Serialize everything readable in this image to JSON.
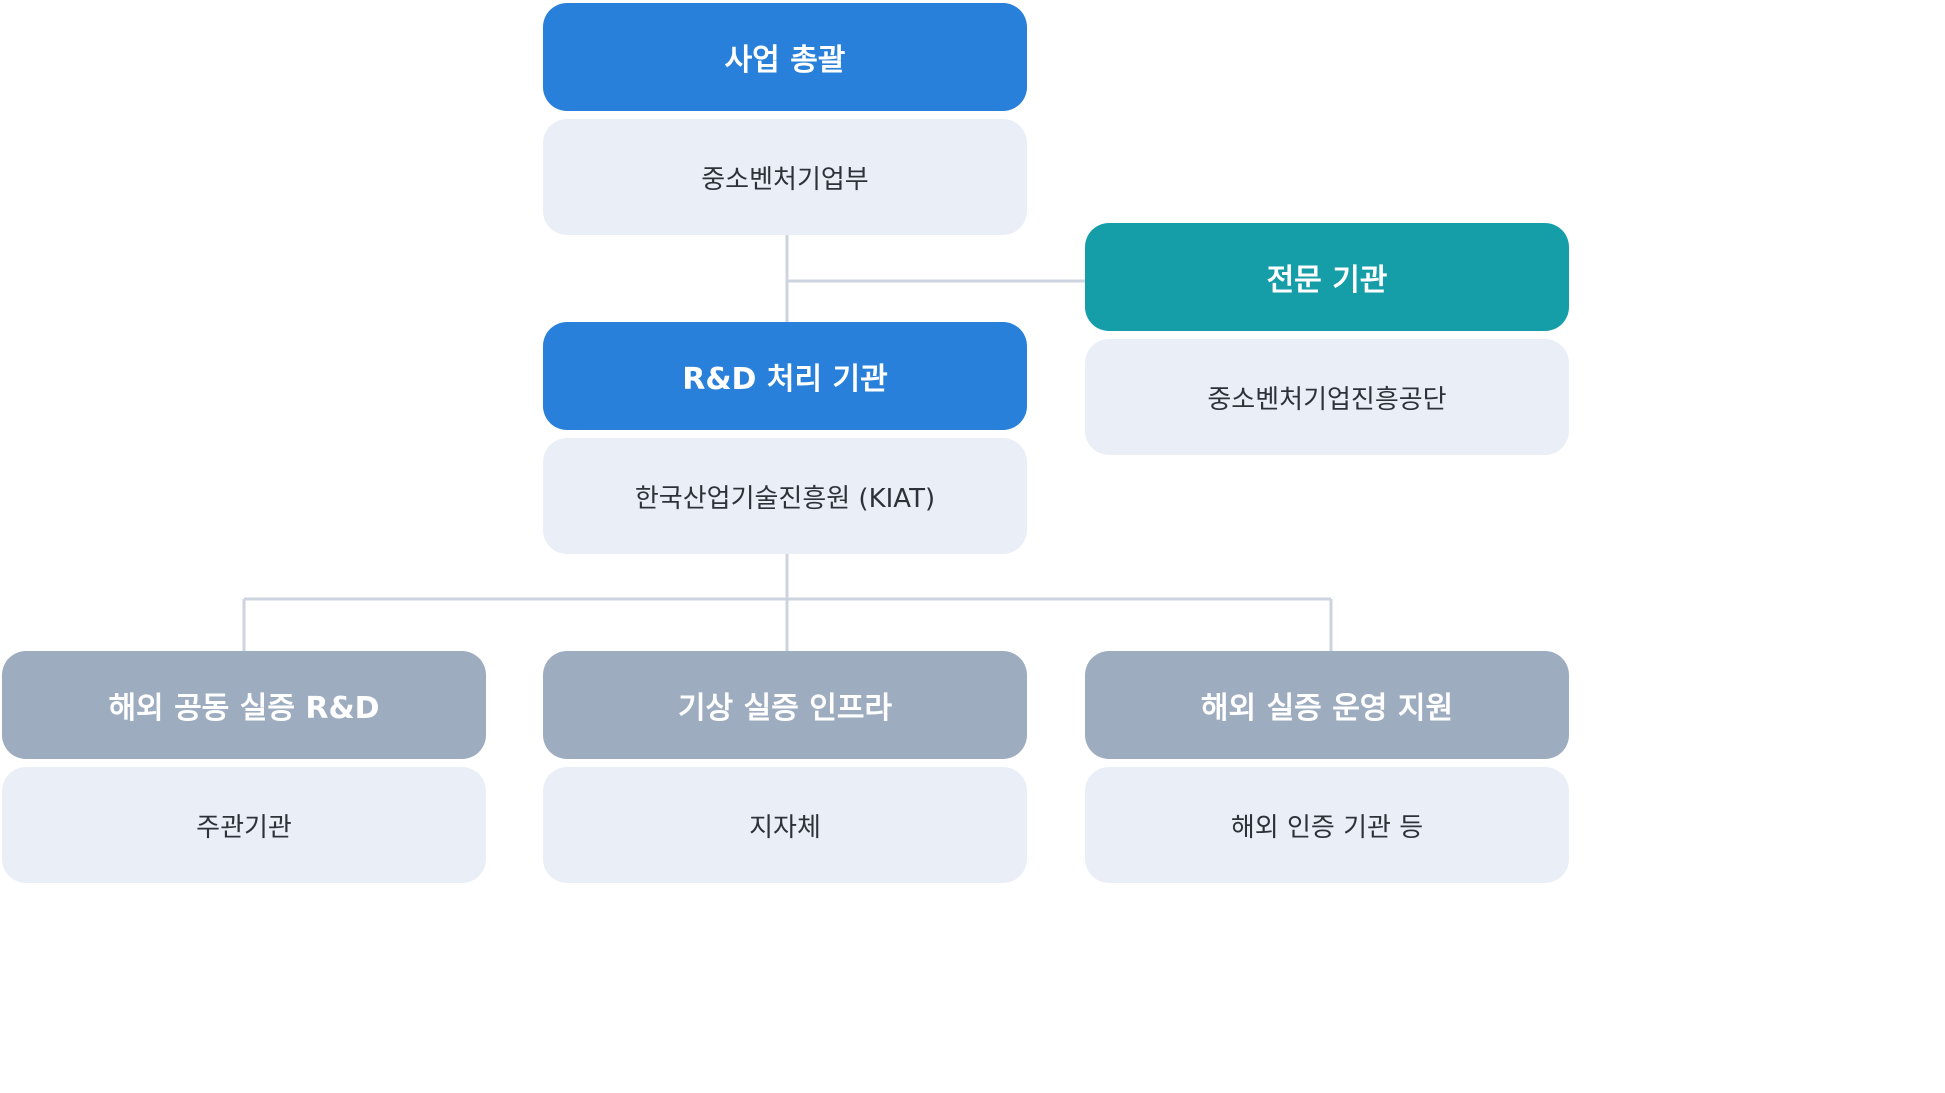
{
  "diagram": {
    "top": {
      "title": "사업 총괄",
      "org": "중소벤처기업부",
      "color": "#2880da"
    },
    "specialist": {
      "title": "전문 기관",
      "org": "중소벤처기업진흥공단",
      "color": "#169ea8"
    },
    "rd_agency": {
      "title": "R&D 처리 기관",
      "org": "한국산업기술진흥원 (KIAT)",
      "color": "#2880da"
    },
    "branches": [
      {
        "title": "해외 공동 실증 R&D",
        "org": "주관기관"
      },
      {
        "title": "기상 실증 인프라",
        "org": "지자체"
      },
      {
        "title": "해외 실증 운영 지원",
        "org": "해외 인증 기관 등"
      }
    ],
    "branch_color": "#9eacc0",
    "body_color": "#eaeff7",
    "connector_color": "#ccd5df"
  }
}
